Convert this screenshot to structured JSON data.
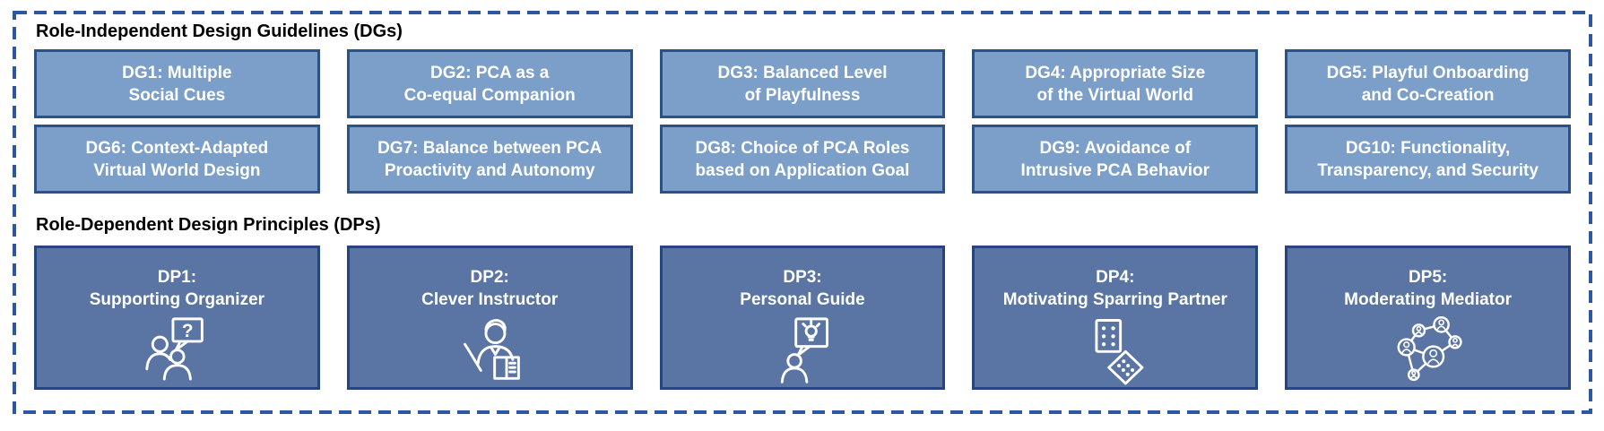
{
  "colors": {
    "frame_dash": "#2d57a3",
    "dg_fill": "#7c9fc9",
    "dg_border": "#2b5286",
    "dp_fill": "#5a74a3",
    "dp_border": "#24457e",
    "box_text": "#ffffff",
    "title_text": "#000000",
    "background": "#ffffff"
  },
  "dg_section": {
    "title": "Role-Independent Design Guidelines (DGs)",
    "row1": [
      {
        "line1": "DG1: Multiple",
        "line2": "Social Cues"
      },
      {
        "line1": "DG2: PCA as a",
        "line2": "Co-equal Companion"
      },
      {
        "line1": "DG3: Balanced Level",
        "line2": "of Playfulness"
      },
      {
        "line1": "DG4: Appropriate Size",
        "line2": "of the Virtual World"
      },
      {
        "line1": "DG5: Playful Onboarding",
        "line2": "and Co-Creation"
      }
    ],
    "row2": [
      {
        "line1": "DG6: Context-Adapted",
        "line2": "Virtual World Design"
      },
      {
        "line1": "DG7: Balance between PCA",
        "line2": "Proactivity and Autonomy"
      },
      {
        "line1": "DG8: Choice of PCA Roles",
        "line2": "based on Application Goal"
      },
      {
        "line1": "DG9: Avoidance of",
        "line2": "Intrusive PCA Behavior"
      },
      {
        "line1": "DG10: Functionality,",
        "line2": "Transparency, and Security"
      }
    ]
  },
  "dp_section": {
    "title": "Role-Dependent Design Principles (DPs)",
    "bubble_question_mark": "?",
    "items": [
      {
        "line1": "DP1:",
        "line2": "Supporting Organizer",
        "icon": "people-question-bubble-icon"
      },
      {
        "line1": "DP2:",
        "line2": "Clever Instructor",
        "icon": "person-pen-book-icon"
      },
      {
        "line1": "DP3:",
        "line2": "Personal Guide",
        "icon": "person-idea-bubble-icon"
      },
      {
        "line1": "DP4:",
        "line2": "Motivating Sparring Partner",
        "icon": "dice-icon"
      },
      {
        "line1": "DP5:",
        "line2": "Moderating Mediator",
        "icon": "people-network-icon"
      }
    ]
  }
}
